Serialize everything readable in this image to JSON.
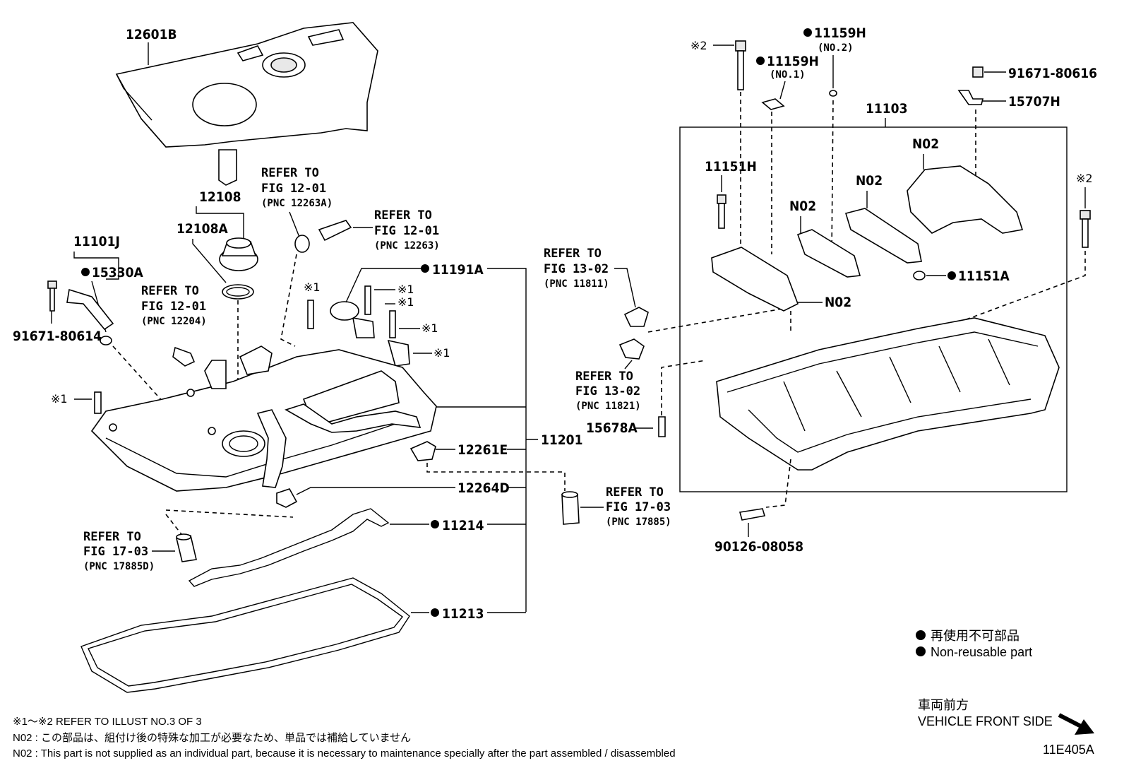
{
  "labels": {
    "p12601B": "12601B",
    "p12108": "12108",
    "p12108A": "12108A",
    "p11101J": "11101J",
    "p15330A": "15330A",
    "p91671_80614": "91671-80614",
    "p11191A": "11191A",
    "p11201": "11201",
    "p12261E": "12261E",
    "p12264D": "12264D",
    "p11214": "11214",
    "p11213": "11213",
    "p11159H_a": "11159H",
    "no2": "(NO.2)",
    "p11159H_b": "11159H",
    "no1": "(NO.1)",
    "p91671_80616": "91671-80616",
    "p15707H": "15707H",
    "p11103": "11103",
    "p11151H": "11151H",
    "n02_a": "N02",
    "n02_b": "N02",
    "n02_c": "N02",
    "n02_d": "N02",
    "p11151A": "11151A",
    "p15678A": "15678A",
    "p90126_08058": "90126-08058",
    "code": "11E405A"
  },
  "marks": {
    "k2": "※2",
    "k1": "※1"
  },
  "refs": {
    "refer_to": "REFER TO",
    "r1_fig": "FIG 12-01",
    "r1_pnc": "(PNC 12263A)",
    "r2_fig": "FIG 12-01",
    "r2_pnc": "(PNC 12263)",
    "r3_fig": "FIG 12-01",
    "r3_pnc": "(PNC 12204)",
    "r4_fig": "FIG 13-02",
    "r4_pnc": "(PNC 11811)",
    "r5_fig": "FIG 13-02",
    "r5_pnc": "(PNC 11821)",
    "r6_fig": "FIG 17-03",
    "r6_pnc": "(PNC 17885)",
    "r7_fig": "FIG 17-03",
    "r7_pnc": "(PNC 17885D)"
  },
  "legend": {
    "line1": "再使用不可部品",
    "line2": "Non-reusable part"
  },
  "front": {
    "jp": "車両前方",
    "en": "VEHICLE FRONT SIDE"
  },
  "notes": {
    "n1": "※1～※2 REFER TO ILLUST NO.3 OF 3",
    "n2": "N02 : この部品は、組付け後の特殊な加工が必要なため、単品では補給していません",
    "n3": "N02 : This part is not supplied as an individual part, because it is necessary to maintenance specially after the part assembled / disassembled"
  }
}
